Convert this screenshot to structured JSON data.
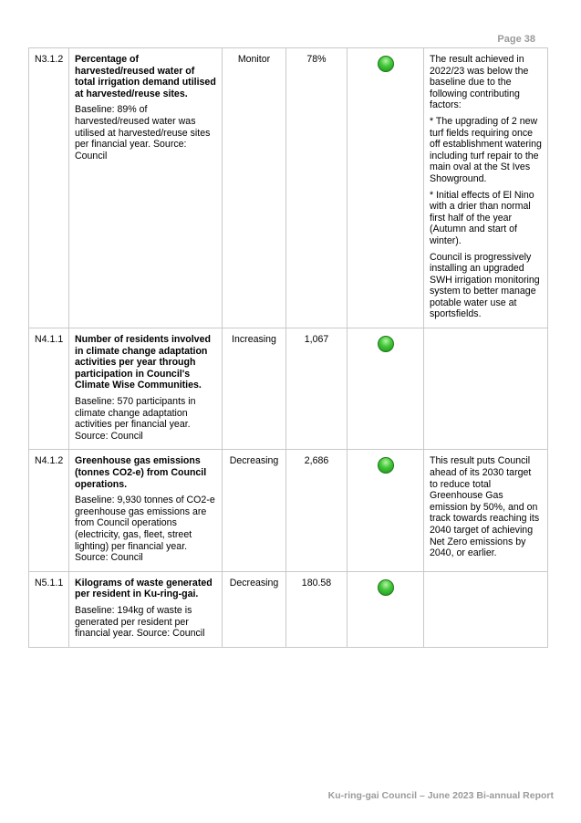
{
  "page_label": "Page 38",
  "status_color": "#2ea82a",
  "rows": [
    {
      "code": "N3.1.2",
      "title": "Percentage of harvested/reused water of total irrigation demand utilised at harvested/reuse sites.",
      "baseline": "Baseline: 89% of harvested/reused water was utilised at harvested/reuse sites per financial year.  Source: Council",
      "trend": "Monitor",
      "result": "78%",
      "status_icon": "green-status-icon",
      "comment": [
        "The result achieved in 2022/23 was below the baseline due to the following contributing factors:",
        "* The upgrading of 2 new turf fields requiring once off establishment watering including turf repair to the main oval at the St Ives Showground.",
        "* Initial effects of El Nino with a drier than normal first half of the year (Autumn and start of winter).",
        "Council is progressively installing an upgraded SWH irrigation monitoring system to better manage potable water use at sportsfields."
      ]
    },
    {
      "code": "N4.1.1",
      "title": "Number of residents involved in climate change adaptation activities per year through participation in Council's Climate Wise Communities.",
      "baseline": "Baseline: 570 participants in climate change adaptation activities per financial year. Source: Council",
      "trend": "Increasing",
      "result": "1,067",
      "status_icon": "green-status-icon",
      "comment": []
    },
    {
      "code": "N4.1.2",
      "title": "Greenhouse gas emissions (tonnes CO2-e) from Council operations.",
      "baseline": "Baseline: 9,930 tonnes of CO2-e greenhouse gas emissions are from Council operations (electricity, gas, fleet, street lighting) per financial year. Source: Council",
      "trend": "Decreasing",
      "result": "2,686",
      "status_icon": "green-status-icon",
      "comment": [
        "This result puts Council ahead of its 2030 target to reduce total Greenhouse Gas emission by 50%, and on track towards reaching its 2040 target of achieving Net Zero emissions by 2040, or earlier."
      ]
    },
    {
      "code": "N5.1.1",
      "title": "Kilograms of waste generated per resident in Ku-ring-gai.",
      "baseline": "Baseline: 194kg of waste is generated per resident per financial year. Source: Council",
      "trend": "Decreasing",
      "result": "180.58",
      "status_icon": "green-status-icon",
      "comment": []
    }
  ],
  "footer": "Ku-ring-gai Council – June 2023 Bi-annual Report"
}
